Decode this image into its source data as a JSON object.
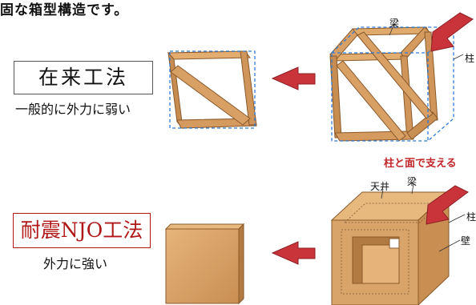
{
  "caption": {
    "top": "固な箱型構造です。"
  },
  "methods": {
    "conventional": {
      "title": "在来工法",
      "subtitle": "一般的に外力に弱い"
    },
    "njo": {
      "title": "耐震NJO工法",
      "subtitle": "外力に強い"
    }
  },
  "labels": {
    "beam_top": "梁",
    "pillar_top": "柱",
    "support": "柱と面で支える",
    "ceiling": "天井",
    "beam_bottom": "梁",
    "pillar_bottom": "柱",
    "wall": "壁"
  },
  "colors": {
    "wood": "#d9a46a",
    "wood_dark": "#b07a42",
    "arrow": "#c8343a",
    "dash": "#2f7bd6",
    "njo_red": "#b01818"
  }
}
